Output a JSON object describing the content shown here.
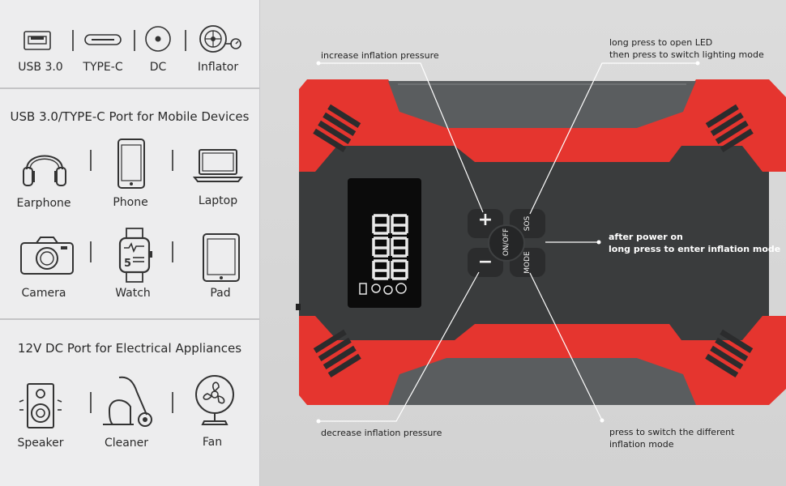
{
  "ports": [
    {
      "label": "USB 3.0",
      "icon": "usb-port-icon"
    },
    {
      "label": "TYPE-C",
      "icon": "type-c-port-icon"
    },
    {
      "label": "DC",
      "icon": "dc-port-icon"
    },
    {
      "label": "Inflator",
      "icon": "inflator-icon"
    }
  ],
  "usb_section": {
    "title": "USB 3.0/TYPE-C Port for Mobile Devices",
    "devices": [
      {
        "label": "Earphone",
        "icon": "earphone-icon"
      },
      {
        "label": "Phone",
        "icon": "phone-icon"
      },
      {
        "label": "Laptop",
        "icon": "laptop-icon"
      },
      {
        "label": "Camera",
        "icon": "camera-icon"
      },
      {
        "label": "Watch",
        "icon": "watch-icon"
      },
      {
        "label": "Pad",
        "icon": "pad-icon"
      }
    ]
  },
  "dc_section": {
    "title": "12V DC Port for Electrical Appliances",
    "devices": [
      {
        "label": "Speaker",
        "icon": "speaker-icon"
      },
      {
        "label": "Cleaner",
        "icon": "cleaner-icon"
      },
      {
        "label": "Fan",
        "icon": "fan-icon"
      }
    ]
  },
  "device": {
    "buttons": {
      "plus": "+",
      "minus": "−",
      "power": "ON/OFF",
      "sos": "SOS",
      "mode": "MODE"
    },
    "lcd_digits": [
      "88",
      "88",
      "88"
    ],
    "colors": {
      "red": "#e5352f",
      "body": "#3a3c3d",
      "lcd": "#0b0b0b"
    }
  },
  "callouts": {
    "increase": "increase inflation pressure",
    "led_line1": "long press to open LED",
    "led_line2": "then press to switch lighting mode",
    "power_line1": "after power on",
    "power_line2": "long press to enter inflation mode",
    "decrease": "decrease inflation pressure",
    "mode_line1": "press to switch the different",
    "mode_line2": "inflation mode"
  }
}
